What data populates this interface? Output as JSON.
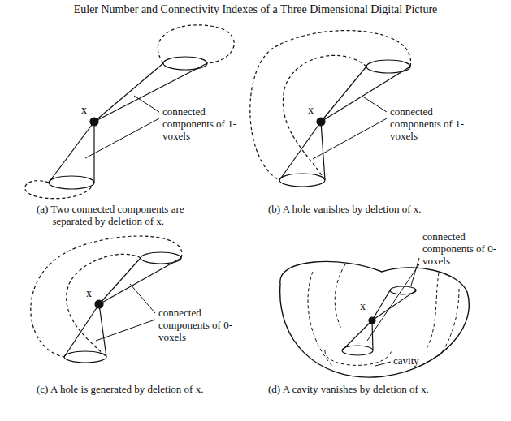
{
  "diagram": {
    "title": "Euler Number and Connectivity Indexes of a Three Dimensional Digital Picture",
    "labels": [
      "x",
      "connected components of 1-voxels",
      "(a) Two connected components are separated by deletion of x.",
      "x",
      "connected components of 1-voxels",
      "(b) A hole vanishes by deletion of x.",
      "x",
      "connected components of 0-voxels",
      "(c) A hole is generated by deletion of x.",
      "x",
      "connected components of 0-voxels",
      "cavity",
      "(d) A cavity vanishes by deletion of x."
    ]
  }
}
